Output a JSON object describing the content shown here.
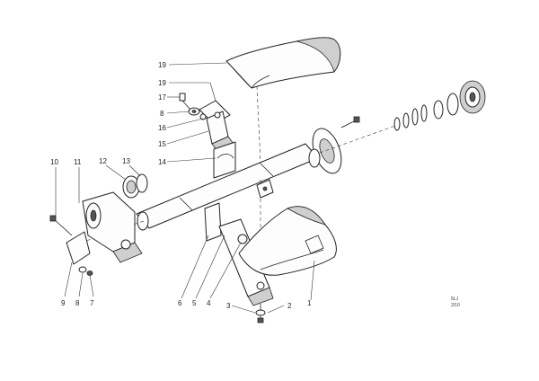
{
  "labels": [
    {
      "id": "19a",
      "text": "19"
    },
    {
      "id": "19b",
      "text": "19"
    },
    {
      "id": "17",
      "text": "17"
    },
    {
      "id": "8a",
      "text": "8"
    },
    {
      "id": "16",
      "text": "16"
    },
    {
      "id": "15",
      "text": "15"
    },
    {
      "id": "14",
      "text": "14"
    },
    {
      "id": "10",
      "text": "10"
    },
    {
      "id": "11",
      "text": "11"
    },
    {
      "id": "12",
      "text": "12"
    },
    {
      "id": "13",
      "text": "13"
    },
    {
      "id": "9",
      "text": "9"
    },
    {
      "id": "8b",
      "text": "8"
    },
    {
      "id": "7",
      "text": "7"
    },
    {
      "id": "6",
      "text": "6"
    },
    {
      "id": "5",
      "text": "5"
    },
    {
      "id": "4",
      "text": "4"
    },
    {
      "id": "3",
      "text": "3"
    },
    {
      "id": "2",
      "text": "2"
    },
    {
      "id": "1",
      "text": "1"
    }
  ],
  "drawing_code": {
    "line1": "5LJ",
    "line2": "2/10"
  }
}
